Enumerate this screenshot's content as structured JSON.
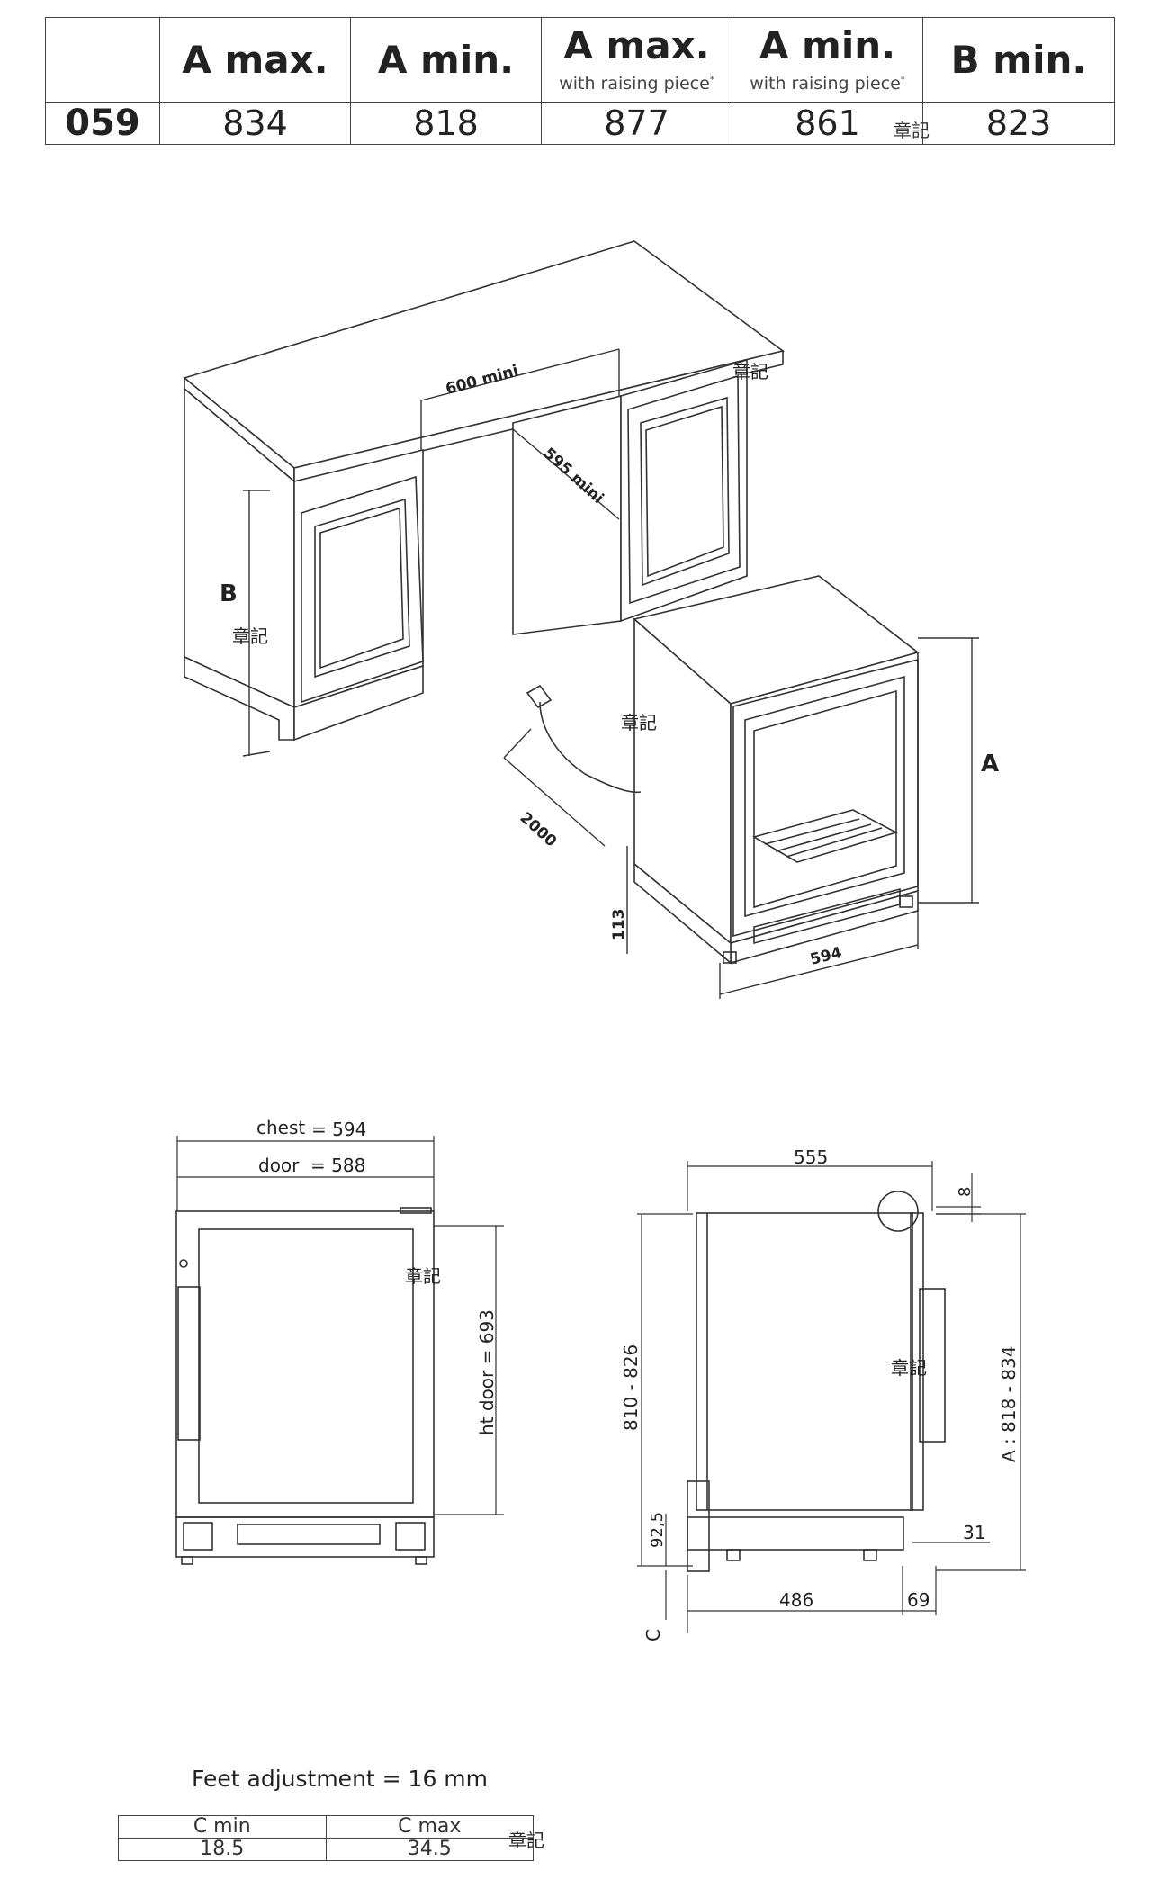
{
  "header_table": {
    "columns": [
      {
        "title": "A max.",
        "sub": ""
      },
      {
        "title": "A min.",
        "sub": ""
      },
      {
        "title": "A max.",
        "sub": "with raising piece",
        "sup": "*"
      },
      {
        "title": "A min.",
        "sub": "with raising piece",
        "sup": "*"
      },
      {
        "title": "B min.",
        "sub": ""
      }
    ],
    "row": {
      "model": "059",
      "values": [
        "834",
        "818",
        "877",
        "861",
        "823"
      ]
    }
  },
  "stamp_text": "章記",
  "install_diagram": {
    "label_b": "B",
    "label_a": "A",
    "width_min": "600  mini",
    "depth_min": "595 mini",
    "cable": "2000",
    "height_113": "113",
    "width_594": "594"
  },
  "front_view": {
    "chest": "chest",
    "chest_val": "= 594",
    "door": "door",
    "door_val": "= 588",
    "ht_door": "ht door  = 693"
  },
  "side_view": {
    "depth": "555",
    "top_gap": "8",
    "height_range": "810 - 826",
    "base_h": "92,5",
    "a_range": "A : 818 - 834",
    "d31": "31",
    "d486": "486",
    "d69": "69",
    "c_label": "C"
  },
  "feet": {
    "text": "Feet adjustment = 16 mm",
    "headers": [
      "C min",
      "C max"
    ],
    "values": [
      "18.5",
      "34.5"
    ]
  }
}
